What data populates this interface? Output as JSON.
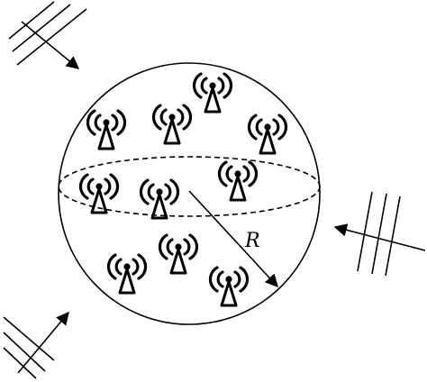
{
  "figure": {
    "radius_label": "R",
    "stroke_color": "#000000",
    "background": "#ffffff"
  },
  "elements": {
    "sphere": "sphere-outline",
    "equator": "dashed-equator",
    "antenna_icon": "radio-tower-icon",
    "incoming_waves": [
      "plane-wave-top-left",
      "plane-wave-right",
      "plane-wave-bottom-left"
    ]
  }
}
